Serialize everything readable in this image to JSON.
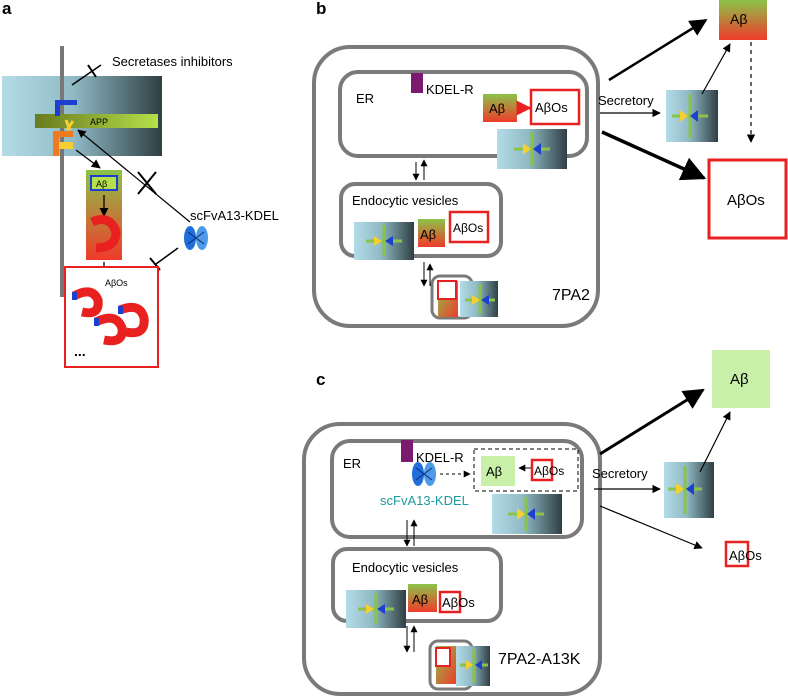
{
  "panel_a": {
    "label": "a",
    "inhibitor": "Secretases inhibitors",
    "app": "APP",
    "abeta": "Aβ",
    "scfv": "scFvA13-KDEL",
    "abos": "AβOs",
    "ellipsis": "..."
  },
  "panel_b": {
    "label": "b",
    "er": "ER",
    "kdelr": "KDEL-R",
    "abeta": "Aβ",
    "abos": "AβOs",
    "secretory": "Secretory",
    "endocytic": "Endocytic vesicles",
    "cell_line": "7PA2",
    "out_abeta": "Aβ",
    "out_abos": "AβOs"
  },
  "panel_c": {
    "label": "c",
    "er": "ER",
    "kdelr": "KDEL-R",
    "scfv": "scFvA13-KDEL",
    "abeta": "Aβ",
    "abos": "AβOs",
    "secretory": "Secretory",
    "endocytic": "Endocytic vesicles",
    "cell_line": "7PA2-A13K",
    "out_abeta": "Aβ",
    "out_abos": "AβOs"
  },
  "colors": {
    "cell_border": "#7a7a7a",
    "abos_border": "#e8201f",
    "kdelr": "#7b1a6e",
    "scfv": "#2a7de1",
    "scfv_text": "#1c9aa0",
    "abeta_green": "#c8f0a8"
  }
}
